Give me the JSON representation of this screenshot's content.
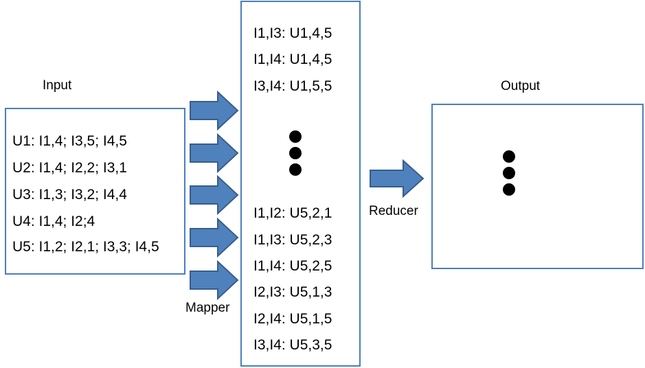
{
  "labels": {
    "input": "Input",
    "output": "Output",
    "mapper": "Mapper",
    "reducer": "Reducer"
  },
  "input_records": [
    "U1: I1,4; I3,5; I4,5",
    "U2: I1,4; I2,2; I3,1",
    "U3: I1,3; I3,2; I4,4",
    "U4: I1,4; I2;4",
    "U5: I1,2; I2,1; I3,3; I4,5"
  ],
  "mapper_output_top": [
    "I1,I3: U1,4,5",
    "I1,I4: U1,4,5",
    "I3,I4: U1,5,5"
  ],
  "mapper_output_bottom": [
    "I1,I2: U5,2,1",
    "I1,I3: U5,2,3",
    "I1,I4: U5,2,5",
    "I2,I3: U5,1,3",
    "I2,I4: U5,1,5",
    "I3,I4: U5,3,5"
  ],
  "colors": {
    "arrow_fill": "#4f81bd",
    "arrow_stroke": "#385d8a",
    "box_border": "#4a7ebb",
    "dot": "#000000"
  }
}
